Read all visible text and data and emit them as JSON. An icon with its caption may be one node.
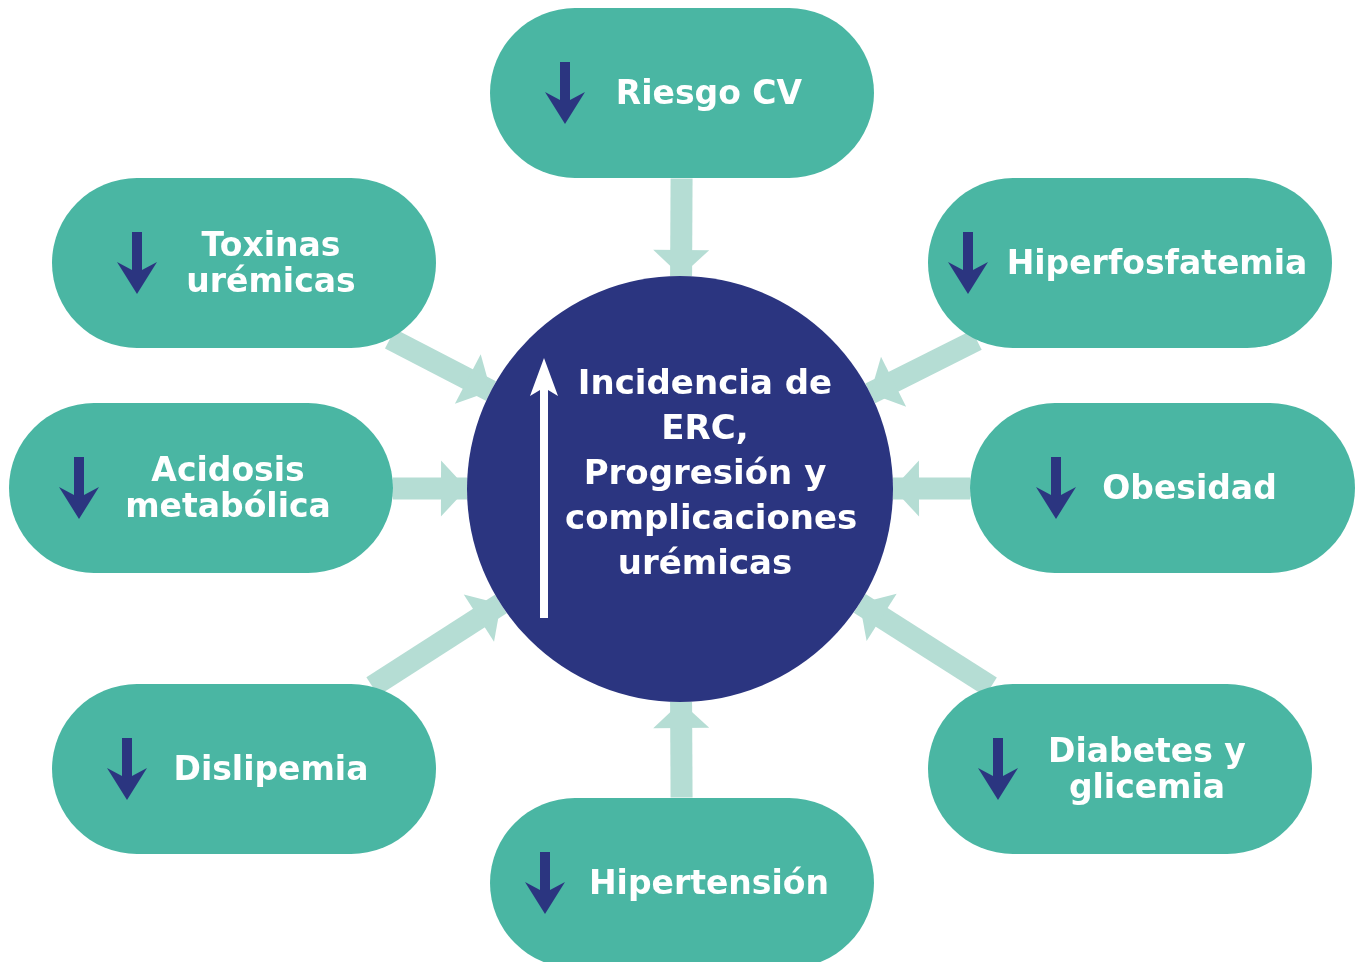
{
  "diagram": {
    "nodes": [
      {
        "text": [
          "Riesgo CV"
        ]
      },
      {
        "text": [
          "Toxinas urémicas"
        ]
      },
      {
        "text": [
          "Hiperfosfatemia"
        ]
      },
      {
        "text": [
          "Incidencia de ERC, Progresión y complicaciones urémicas"
        ]
      },
      {
        "text": [
          "Acidosis metabólica"
        ]
      },
      {
        "text": [
          "Obesidad"
        ]
      },
      {
        "text": [
          "Dislipemia"
        ]
      },
      {
        "text": [
          "Diabetes y glicemia"
        ]
      },
      {
        "text": [
          "Hipertensión"
        ]
      }
    ],
    "edges": [
      {
        "from": 0,
        "to": 3,
        "arrow": "to"
      },
      {
        "from": 1,
        "to": 3,
        "arrow": "to"
      },
      {
        "from": 2,
        "to": 3,
        "arrow": "to"
      },
      {
        "from": 4,
        "to": 3,
        "arrow": "to"
      },
      {
        "from": 5,
        "to": 3,
        "arrow": "to"
      },
      {
        "from": 6,
        "to": 3,
        "arrow": "to"
      },
      {
        "from": 7,
        "to": 3,
        "arrow": "to"
      },
      {
        "from": 8,
        "to": 3,
        "arrow": "to"
      }
    ]
  }
}
